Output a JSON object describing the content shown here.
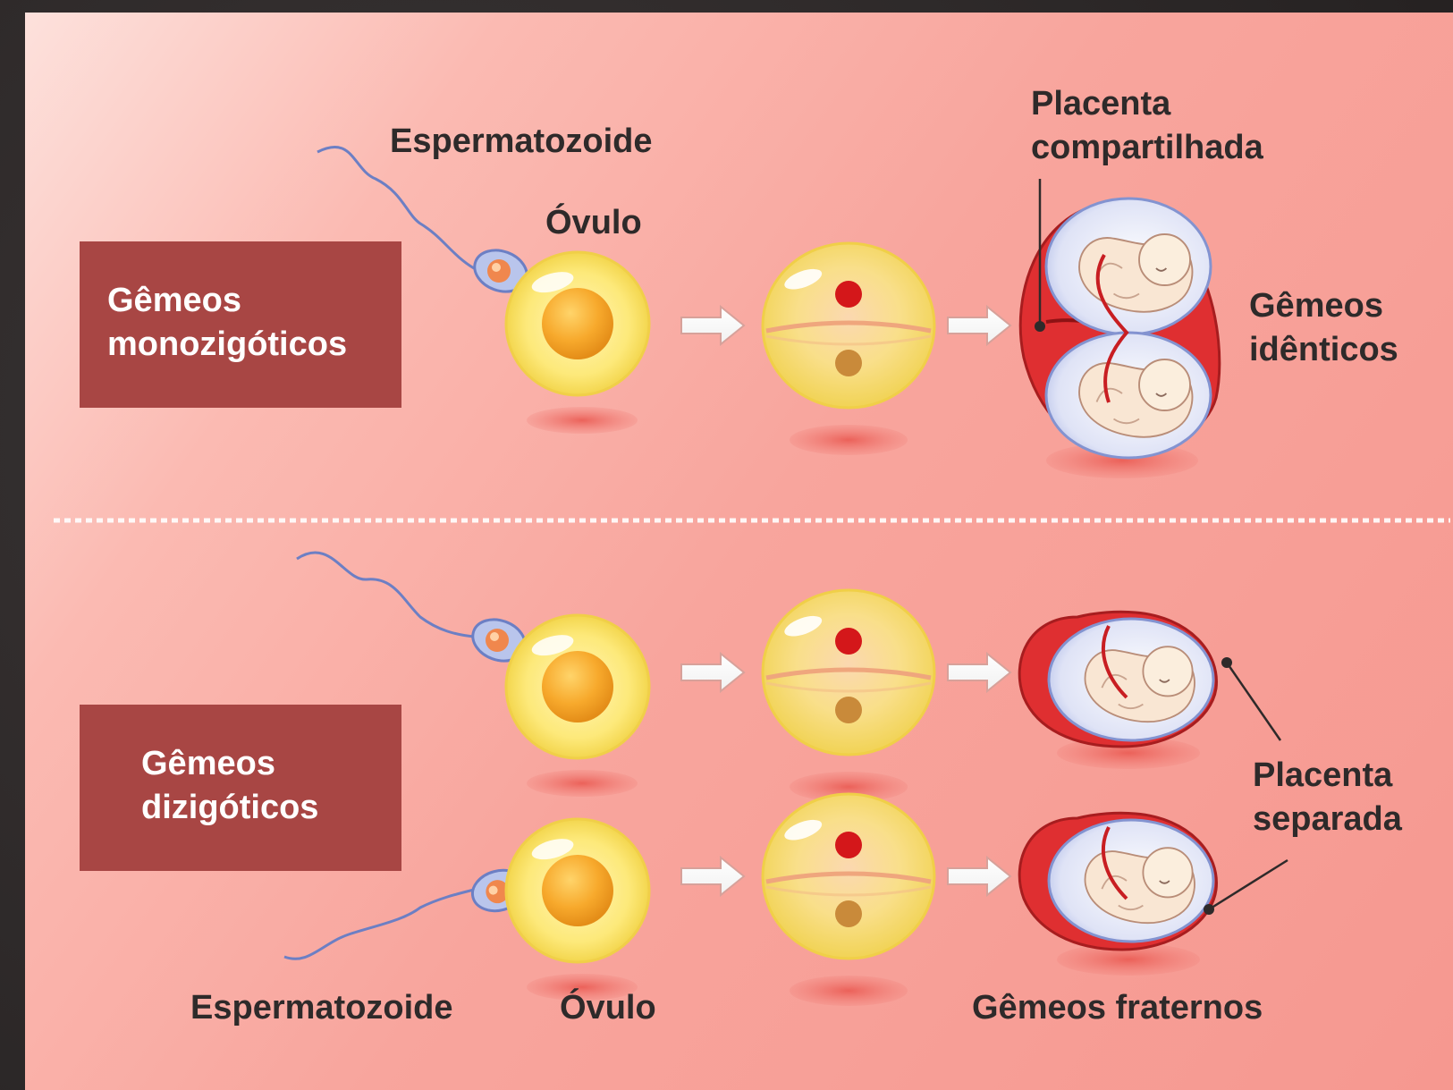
{
  "groups": {
    "mono": {
      "line1": "Gêmeos",
      "line2": "monozigóticos"
    },
    "di": {
      "line1": "Gêmeos",
      "line2": "dizigóticos"
    }
  },
  "labels": {
    "sperm_top": "Espermatozoide",
    "ovum_top": "Óvulo",
    "shared_placenta_1": "Placenta",
    "shared_placenta_2": "compartilhada",
    "identical_1": "Gêmeos",
    "identical_2": "idênticos",
    "separate_placenta_1": "Placenta",
    "separate_placenta_2": "separada",
    "sperm_bottom": "Espermatozoide",
    "ovum_bottom": "Óvulo",
    "fraternal": "Gêmeos fraternos"
  },
  "colors": {
    "box": "#a84644",
    "text": "#2e2a2a",
    "placenta": "#d92b2e",
    "yolk": "#f6a72a",
    "egg": "#fdf187",
    "amnion": "#c9d3ef"
  },
  "icons": [
    "sperm-icon",
    "ovum-icon",
    "zygote-icon",
    "arrow-icon",
    "placenta-icon",
    "embryo-icon"
  ]
}
